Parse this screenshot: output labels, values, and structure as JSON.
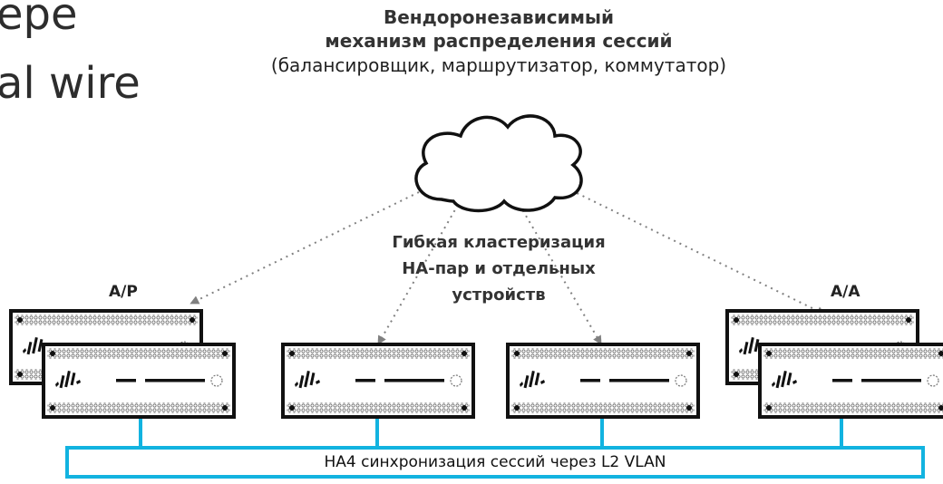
{
  "heading_fragments": [
    "ере",
    "al wire"
  ],
  "title": {
    "line1": "Вендоронезависимый",
    "line2": "механизм распределения сессий",
    "line3": "(балансировщик, маршрутизатор, коммутатор)"
  },
  "cloud": {
    "icon": "cloud-icon"
  },
  "cluster_label": {
    "line1": "Гибкая кластеризация",
    "line2": "HA-пар и отдельных",
    "line3": "устройств"
  },
  "modes": {
    "left": "A/P",
    "right": "A/A"
  },
  "sync_bar": {
    "label": "HA4 синхронизация сессий через L2 VLAN"
  },
  "colors": {
    "sync": "#12b3e0",
    "line": "#222222",
    "arrow": "#808080"
  },
  "devices": [
    {
      "id": "ap-back",
      "icon": "firewall-device-icon"
    },
    {
      "id": "ap-front",
      "icon": "firewall-device-icon"
    },
    {
      "id": "standalone-1",
      "icon": "firewall-device-icon"
    },
    {
      "id": "standalone-2",
      "icon": "firewall-device-icon"
    },
    {
      "id": "aa-back",
      "icon": "firewall-device-icon"
    },
    {
      "id": "aa-front",
      "icon": "firewall-device-icon"
    }
  ]
}
